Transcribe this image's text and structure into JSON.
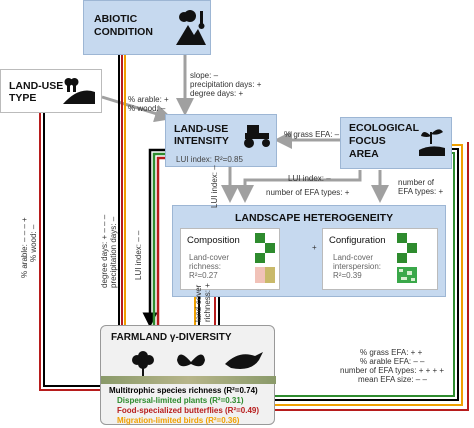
{
  "abiotic": {
    "title_line1": "ABIOTIC",
    "title_line2": "CONDITION"
  },
  "landuse_type": {
    "title_line1": "LAND-USE",
    "title_line2": "TYPE"
  },
  "landuse_intensity": {
    "title_line1": "LAND-USE",
    "title_line2": "INTENSITY",
    "lui": "LUI index: R²=0.85"
  },
  "efa": {
    "title_line1": "ECOLOGICAL",
    "title_line2": "FOCUS",
    "title_line3": "AREA"
  },
  "heterogeneity": {
    "title": "LANDSCAPE HETEROGENEITY"
  },
  "composition": {
    "title": "Composition",
    "sub1": "Land-cover",
    "sub2": "richness:",
    "sub3": "R²=0.27"
  },
  "configuration": {
    "title": "Configuration",
    "sub1": "Land-cover",
    "sub2": "interspersion:",
    "sub3": "R²=0.39"
  },
  "diversity": {
    "title": "FARMLAND γ-DIVERSITY",
    "multi": "Multitrophic species richness (R²=0.74)",
    "plants": "Dispersal-limited plants (R²=0.31)",
    "butterflies": "Food-specialized butterflies (R²=0.49)",
    "birds": "Migration-limited birds (R²=0.36)"
  },
  "labels": {
    "slope": "slope: –",
    "precip": "precipitation days: +",
    "degree": "degree days: +",
    "arable": "% arable: +",
    "wood": "% wood: –",
    "grass_efa_top": "% grass EFA: –",
    "lui_index": "LUI index: –",
    "efa_types": "number of EFA types: +",
    "efa_types_right1": "number of",
    "efa_types_right2": "EFA types: +",
    "plus": "+",
    "lui_vert": "LUI index: –",
    "landcover_rich": "land-cover",
    "richness_vert": "richness: +",
    "left_arable": "% arable: – – – +",
    "left_wood": "% wood: –",
    "left_degree": "degree days: + – – –",
    "left_precip": "precipitation days: –",
    "left_lui": "LUI index: – –",
    "r_grass": "% grass EFA: + +",
    "r_arable": "% arable EFA: – –",
    "r_types": "number of EFA types: + + + +",
    "r_size": "mean EFA size: – –"
  },
  "colors": {
    "black": "#000000",
    "green": "#2e8b2e",
    "red": "#b71c1c",
    "orange": "#f0a000",
    "grey": "#a0a0a0",
    "blue": "#c6d9ef"
  }
}
